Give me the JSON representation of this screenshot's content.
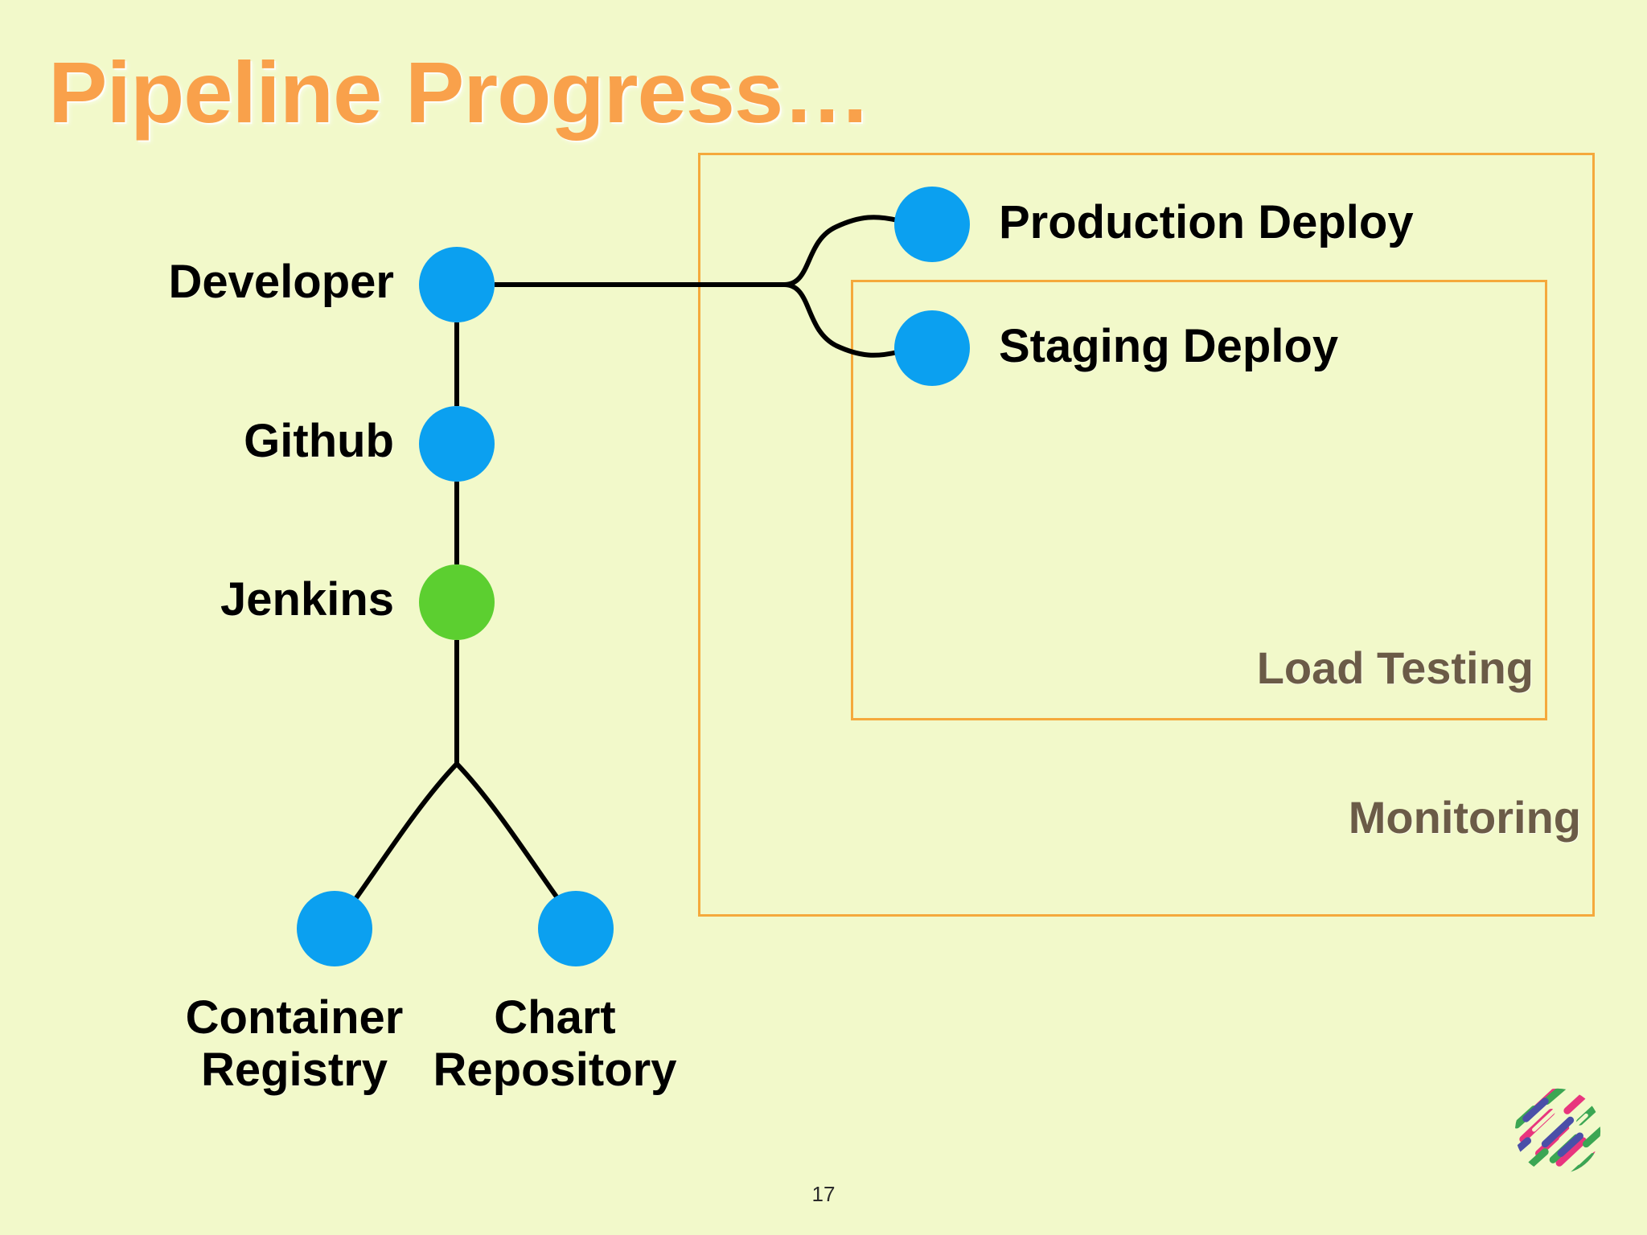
{
  "slide": {
    "title": "Pipeline Progress…",
    "page_number": "17",
    "background_color": "#f2f9ca",
    "title_color": "#f9a14b"
  },
  "diagram": {
    "type": "pipeline-flow",
    "node_colors": {
      "blue": "#0ba0f0",
      "green": "#5ccf30"
    },
    "edge_color": "#000000",
    "nodes": [
      {
        "id": "developer",
        "label": "Developer",
        "color": "blue",
        "label_side": "left"
      },
      {
        "id": "github",
        "label": "Github",
        "color": "blue",
        "label_side": "left"
      },
      {
        "id": "jenkins",
        "label": "Jenkins",
        "color": "green",
        "label_side": "left"
      },
      {
        "id": "registry",
        "label_line1": "Container",
        "label_line2": "Registry",
        "color": "blue",
        "label_side": "below"
      },
      {
        "id": "chartrepo",
        "label_line1": "Chart",
        "label_line2": "Repository",
        "color": "blue",
        "label_side": "below"
      },
      {
        "id": "production",
        "label": "Production Deploy",
        "color": "blue",
        "label_side": "right"
      },
      {
        "id": "staging",
        "label": "Staging Deploy",
        "color": "blue",
        "label_side": "right"
      }
    ],
    "edges": [
      {
        "from": "developer",
        "to": "github"
      },
      {
        "from": "github",
        "to": "jenkins"
      },
      {
        "from": "jenkins",
        "to": "registry"
      },
      {
        "from": "jenkins",
        "to": "chartrepo"
      },
      {
        "from": "developer",
        "to": "production"
      },
      {
        "from": "developer",
        "to": "staging"
      }
    ],
    "groups": [
      {
        "id": "monitoring",
        "label": "Monitoring",
        "border_color": "#f5a93c",
        "label_color": "#6b5b47",
        "contains": [
          "production",
          "staging",
          "load-testing-group"
        ]
      },
      {
        "id": "load-testing",
        "label": "Load Testing",
        "border_color": "#f5a93c",
        "label_color": "#6b5b47",
        "contains": [
          "staging"
        ]
      }
    ]
  },
  "logo": {
    "name": "brand-logo",
    "colors": [
      "#e8357e",
      "#3ba653",
      "#4a4fa8"
    ]
  }
}
